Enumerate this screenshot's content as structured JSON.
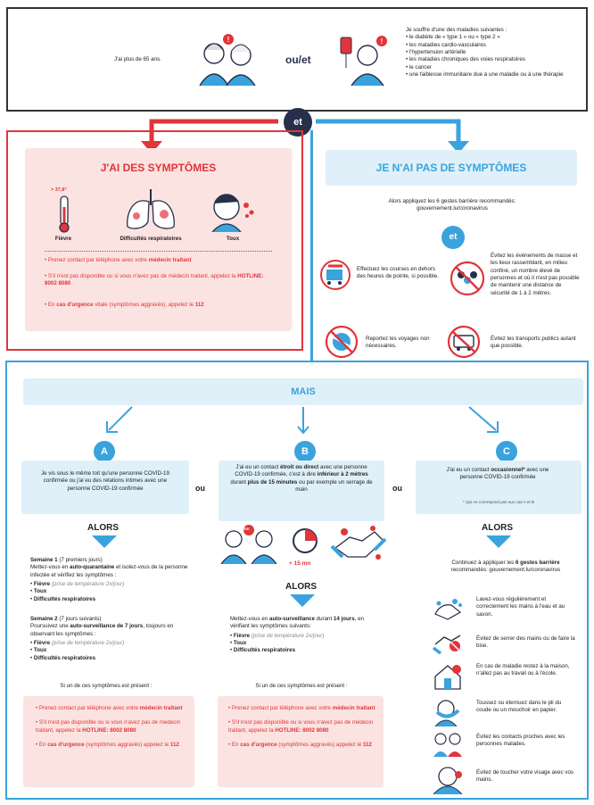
{
  "top": {
    "age_text": "J'ai plus de 65 ans.",
    "ouet": "ou/et",
    "diseases_intro": "Je souffre d'une des maladies suivantes :",
    "diseases": [
      "le diabète de « type 1 » ou « type 2 »",
      "les maladies cardio-vasculaires",
      "l'hypertension artérielle",
      "les maladies chroniques des voies respiratoires",
      "le cancer",
      "une faiblesse immunitaire due à une maladie ou à une thérapie"
    ],
    "et": "et"
  },
  "symptoms": {
    "title": "J'AI DES SYMPTÔMES",
    "temp": "> 37,8°",
    "items": [
      "Fièvre",
      "Difficultés respiratoires",
      "Toux"
    ],
    "contact_pre": "Prenez contact par téléphone avec votre ",
    "contact_strong": "médecin traitant",
    "unavailable_pre": "S'il n'est pas disponible ou si vous n'avez pas de médecin traitant, appelez la ",
    "unavailable_strong": "HOTLINE: 8002 8080",
    "urgency_pre": "En ",
    "urgency_strong": "cas d'urgence",
    "urgency_post": " vitale (symptômes aggravés), appelez le ",
    "urgency_num": "112"
  },
  "nosymptoms": {
    "title": "JE N'AI PAS DE SYMPTÔMES",
    "intro": "Alors appliquez les 6 gestes barrière recommandés: gouvernement.lu/coronavirus",
    "et": "et",
    "gestures": [
      "Effectuez les courses en dehors des heures de pointe, si possible.",
      "Évitez les événements de masse et les lieux rassemblant, en milieu confiné, un nombre élevé de personnes et où il n'est pas possible de maintenir une distance de sécurité de 1 à 2 mètres.",
      "Reportez les voyages non nécessaires.",
      "Évitez les transports publics autant que possible."
    ]
  },
  "mais": "MAIS",
  "scenarios": {
    "a": {
      "letter": "A",
      "text": "Je vis sous le même toit qu'une personne COVID-19 confirmée ou j'ai eu des relations intimes avec une personne COVID-19 confirmée"
    },
    "b": {
      "letter": "B",
      "pre": "J'ai eu un contact ",
      "s1": "étroit ou direct",
      "mid1": " avec une personne COVID-19 confirmée, c'est à dire ",
      "s2": "inférieur à 2 mètres",
      "mid2": " durant ",
      "s3": "plus de 15 minutes",
      "post": " ou par exemple un serrage de main"
    },
    "c": {
      "letter": "C",
      "pre": "J'ai eu un contact ",
      "strong": "occasionnel*",
      "post": " avec une personne COVID-19 confirmée",
      "note": "* Qui ne correspond pas aux cas A et B"
    },
    "ou": "ou"
  },
  "alors": "ALORS",
  "col_a": {
    "w1_title": "Semaine 1",
    "w1_sub": " (7 premiers jours)",
    "w1_pre": "Mettez-vous en ",
    "w1_strong": "auto-quarantaine",
    "w1_post": " et isolez-vous de la personne infectée et vérifiez les symptômes :",
    "w2_title": "Semaine 2",
    "w2_sub": " (7 jours suivants)",
    "w2_pre": "Poursuivez une ",
    "w2_strong": "auto-surveillance de 7 jours",
    "w2_post": ", toujours en observant les symptômes :",
    "fever": "Fièvre",
    "fever_note": " (prise de température 2x/jour)",
    "cough": "Toux",
    "breath": "Difficultés respiratoires",
    "if_present": "Si un de ces symptômes est présent :",
    "contact_pre": "Prenez contact par téléphone avec votre ",
    "contact_strong": "médecin traitant",
    "unavailable": "S'il n'est pas disponible ou si vous n'avez pas de médecin traitant, appelez la ",
    "hotline": "HOTLINE: 8002 8080",
    "urg_pre": "En ",
    "urg_strong": "cas d'urgence",
    "urg_post": " (symptômes aggravés) appelez le ",
    "urg_num": "112"
  },
  "col_b": {
    "distance": "2m",
    "time": "+ 15 mn",
    "pre": "Mettez-vous en ",
    "strong": "auto-surveillance",
    "mid": " durant ",
    "days": "14 jours",
    "post": ", en vérifiant les symptômes suivants:"
  },
  "col_c": {
    "pre": "Continuez à appliquer les ",
    "strong": "6 gestes barrière",
    "post": " recommandés: gouvernement.lu/coronavirus",
    "gestures": [
      "Lavez-vous régulièrement et correctement les mains à l'eau et au savon.",
      "Évitez de serrer des mains ou de faire la bise.",
      "En cas de maladie restez à la maison, n'allez pas au travail ou à l'école.",
      "Toussez ou éternuez dans le pli du coude ou un mouchoir en papier.",
      "Évitez les contacts proches avec les personnes malades.",
      "Évitez de toucher votre visage avec vos mains."
    ]
  },
  "colors": {
    "red": "#e0353a",
    "blue": "#3aa3dd",
    "pink": "#fbe3e1",
    "lightblue": "#dff0f9",
    "navy": "#27304a"
  }
}
